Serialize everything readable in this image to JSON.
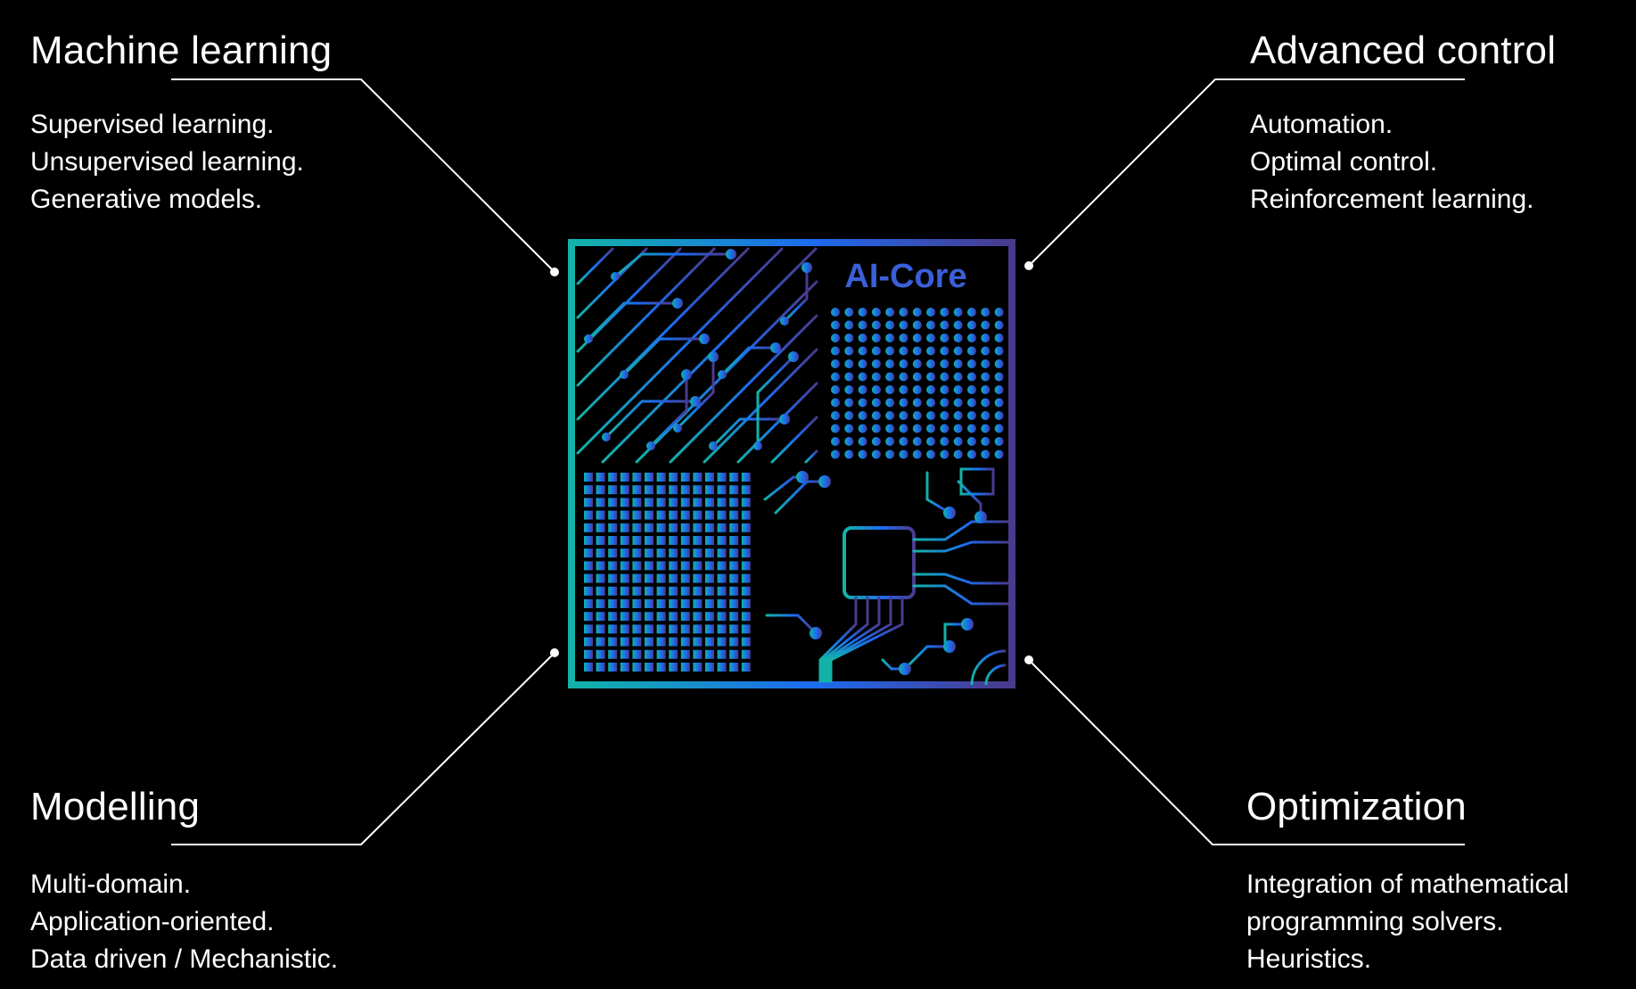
{
  "colors": {
    "background": "#000000",
    "text": "#ffffff",
    "connector": "#ffffff",
    "chip_gradient_start": "#12b3a8",
    "chip_gradient_mid": "#1d6bf0",
    "chip_gradient_end": "#4a3a8c"
  },
  "chip": {
    "label": "AI-Core"
  },
  "sections": {
    "machine_learning": {
      "title": "Machine learning",
      "items": [
        "Supervised learning.",
        "Unsupervised learning.",
        "Generative models."
      ]
    },
    "advanced_control": {
      "title": "Advanced control",
      "items": [
        "Automation.",
        "Optimal control.",
        "Reinforcement learning."
      ]
    },
    "modelling": {
      "title": "Modelling",
      "items": [
        "Multi-domain.",
        "Application-oriented.",
        "Data driven / Mechanistic."
      ]
    },
    "optimization": {
      "title": "Optimization",
      "items": [
        "Integration of mathematical",
        "programming solvers.",
        "Heuristics."
      ]
    }
  }
}
